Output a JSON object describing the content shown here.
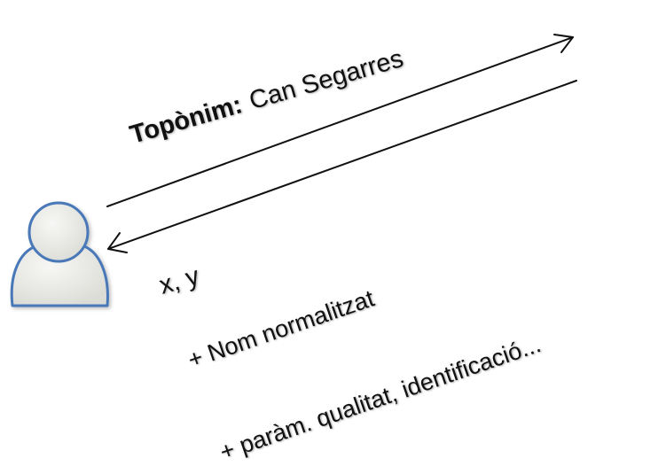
{
  "request": {
    "term": "Topònim:",
    "value": "Can Segarres"
  },
  "response": {
    "coords": "x, y",
    "normalized_name": "+ Nom normalitzat",
    "params": "+ paràm. qualitat, identificació..."
  },
  "colors": {
    "user_outline": "#4a78b8",
    "user_fill": "#e6e6e2",
    "arrow": "#111111"
  },
  "icons": {
    "user": "user-icon"
  }
}
